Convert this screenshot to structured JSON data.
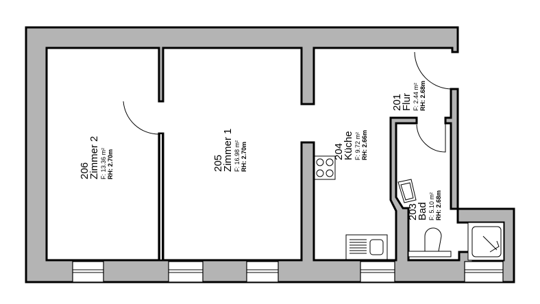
{
  "plan": {
    "wall_color": "#b4b4b4",
    "rooms": [
      {
        "number": "206",
        "name": "Zimmer 2",
        "area": "F: 13.36 m²",
        "height": "RH: 2.70m"
      },
      {
        "number": "205",
        "name": "Zimmer 1",
        "area": "F: 16.98 m²",
        "height": "RH: 2.70m"
      },
      {
        "number": "204",
        "name": "Küche",
        "area": "F: 9.72 m²",
        "height": "RH: 2.66m"
      },
      {
        "number": "201",
        "name": "Flur",
        "area": "F: 2.44 m²",
        "height": "RH: 2.68m"
      },
      {
        "number": "203",
        "name": "Bad",
        "area": "F: 5.10 m²",
        "height": "RH: 2.68m"
      }
    ]
  }
}
